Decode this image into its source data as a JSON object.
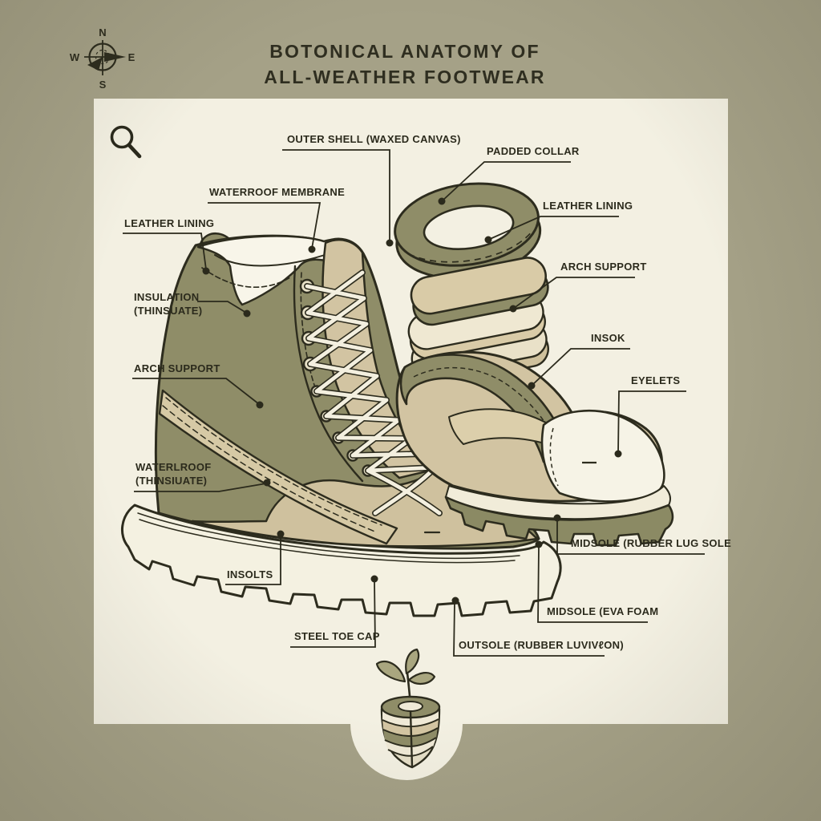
{
  "title": {
    "line1": "BOTONICAL ANATOMY OF",
    "line2": "ALL-WEATHER FOOTWEAR"
  },
  "compass": {
    "north": "N",
    "south": "S",
    "east": "E",
    "west": "W"
  },
  "labels": {
    "outer_shell": "OUTER SHELL (WAXED CANVAS)",
    "padded_collar": "PADDED COLLAR",
    "waterproof_membrane": "WATERROOF MEMBRANE",
    "leather_lining_left": "LEATHER LINING",
    "leather_lining_right": "LEATHER LINING",
    "insulation_line1": "INSULATION",
    "insulation_line2": "(THINSUATE)",
    "arch_support_left": "ARCH SUPPORT",
    "arch_support_right": "ARCH SUPPORT",
    "insok": "INSOK",
    "eyelets": "EYELETS",
    "waterlroof_line1": "WATERLROOF",
    "waterlroof_line2": "(THINSIUATE)",
    "insolts": "INSOLTS",
    "steel_toe_cap": "STEEL TOE CAP",
    "outsole": "OUTSOLE (RUBBER LUVIVℓON)",
    "midsole_eva": "MIDSOLE (EVA FOAM",
    "midsole_lug": "MIDSOLE (RUBBER LUG SOLE"
  },
  "icons": {
    "compass": "compass-rose",
    "magnifier": "magnifying-glass",
    "plant": "layered-sole-planter-with-sprout"
  },
  "colors": {
    "background": "#a5a187",
    "panel": "#f3f0e2",
    "olive": "#8f8d68",
    "olive_dark": "#8b8a64",
    "tan": "#cfc29f",
    "tan_light": "#d9cca9",
    "cream": "#efe9d4",
    "white": "#f7f4e8",
    "ink": "#2b2a1c"
  }
}
